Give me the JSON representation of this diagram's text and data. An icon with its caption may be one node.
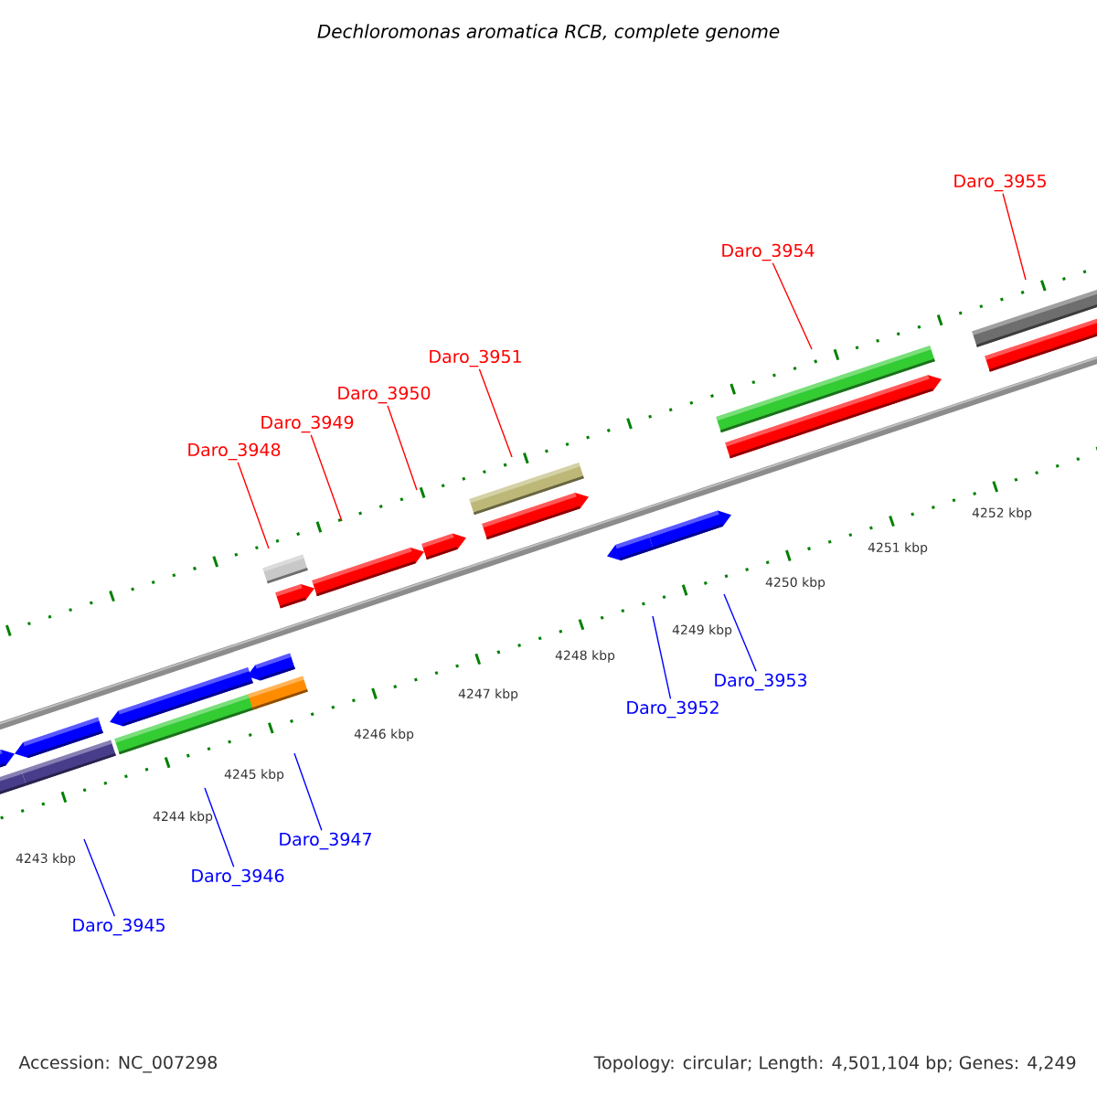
{
  "diagram": {
    "title": "Dechloromonas aromatica RCB, complete genome",
    "nodes": [
      {
        "text": [
          "Daro_3955"
        ]
      },
      {
        "text": [
          "Daro_3954"
        ]
      },
      {
        "text": [
          "Daro_3951"
        ]
      },
      {
        "text": [
          "Daro_3950"
        ]
      },
      {
        "text": [
          "Daro_3949"
        ]
      },
      {
        "text": [
          "Daro_3948"
        ]
      },
      {
        "text": [
          "Daro_3953"
        ]
      },
      {
        "text": [
          "Daro_3952"
        ]
      },
      {
        "text": [
          "Daro_3947"
        ]
      },
      {
        "text": [
          "Daro_3946"
        ]
      },
      {
        "text": [
          "Daro_3945"
        ]
      }
    ],
    "edges": [
      {
        "from": 0,
        "to": null,
        "arrow": "none"
      },
      {
        "from": 1,
        "to": null,
        "arrow": "none"
      },
      {
        "from": 2,
        "to": null,
        "arrow": "none"
      },
      {
        "from": 3,
        "to": null,
        "arrow": "none"
      },
      {
        "from": 4,
        "to": null,
        "arrow": "none"
      },
      {
        "from": 5,
        "to": null,
        "arrow": "none"
      },
      {
        "from": 6,
        "to": null,
        "arrow": "none",
        "color": "#0000ff"
      },
      {
        "from": 7,
        "to": null,
        "arrow": "none",
        "color": "#0000ff"
      },
      {
        "from": 8,
        "to": null,
        "arrow": "none",
        "color": "#0000ff"
      },
      {
        "from": 9,
        "to": null,
        "arrow": "none",
        "color": "#0000ff"
      },
      {
        "from": 10,
        "to": null,
        "arrow": "none",
        "color": "#0000ff"
      }
    ],
    "labels": [
      "4252 kbp",
      "4251 kbp",
      "4250 kbp",
      "4249 kbp",
      "4248 kbp",
      "4247 kbp",
      "4246 kbp",
      "4245 kbp",
      "4244 kbp",
      "4243 kbp",
      "Accession: NC_007298",
      "Topology: circular; Length: 4,501,104 bp; Genes: 4,249"
    ]
  }
}
